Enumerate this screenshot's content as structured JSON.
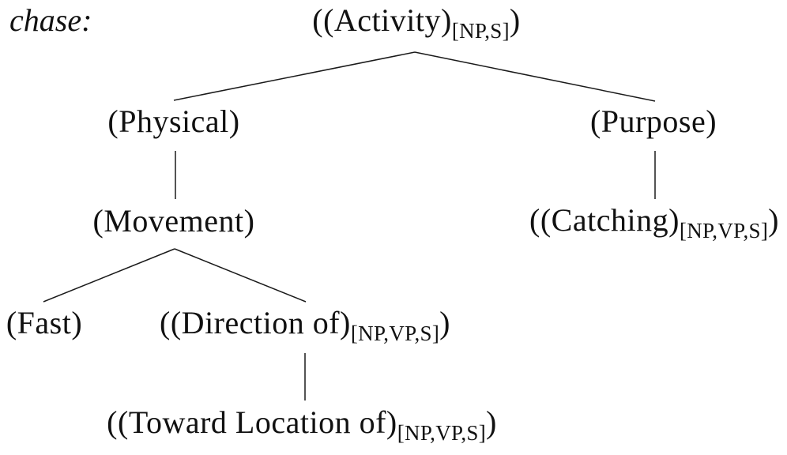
{
  "figure": {
    "background": "#ffffff",
    "text_color": "#111111",
    "line_color": "#1a1a1a",
    "lemma": "chase:",
    "nodes": {
      "activity": {
        "main": "((Activity)",
        "sub": "[NP,S]",
        "close": ")"
      },
      "physical": {
        "label": "(Physical)"
      },
      "purpose": {
        "label": "(Purpose)"
      },
      "movement": {
        "label": "(Movement)"
      },
      "catching": {
        "main": "((Catching)",
        "sub": "[NP,VP,S]",
        "close": ")"
      },
      "fast": {
        "label": "(Fast)"
      },
      "direction": {
        "main": "((Direction of)",
        "sub": "[NP,VP,S]",
        "close": ")"
      },
      "toward": {
        "main": "((Toward Location of)",
        "sub": "[NP,VP,S]",
        "close": ")"
      }
    },
    "edges": [
      {
        "from": "activity",
        "to": "physical"
      },
      {
        "from": "activity",
        "to": "purpose"
      },
      {
        "from": "physical",
        "to": "movement"
      },
      {
        "from": "purpose",
        "to": "catching"
      },
      {
        "from": "movement",
        "to": "fast"
      },
      {
        "from": "movement",
        "to": "direction"
      },
      {
        "from": "direction",
        "to": "toward"
      }
    ]
  }
}
